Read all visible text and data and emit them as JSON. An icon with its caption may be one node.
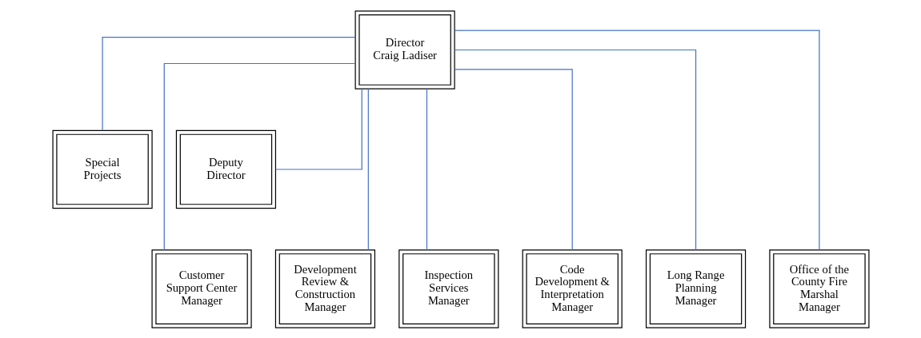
{
  "diagram": {
    "nodes": [
      {
        "text": [
          "Director",
          "Craig Ladiser"
        ]
      },
      {
        "text": [
          "Special Projects"
        ]
      },
      {
        "text": [
          "Deputy Director"
        ]
      },
      {
        "text": [
          "Customer Support Center Manager"
        ]
      },
      {
        "text": [
          "Development Review & Construction Manager"
        ]
      },
      {
        "text": [
          "Inspection Services Manager"
        ]
      },
      {
        "text": [
          "Code Development & Interpretation Manager"
        ]
      },
      {
        "text": [
          "Long Range Planning Manager"
        ]
      },
      {
        "text": [
          "Office of the County Fire Marshal Manager"
        ]
      }
    ],
    "edges": [
      {
        "from": 0,
        "to": 1,
        "arrow": "none"
      },
      {
        "from": 0,
        "to": 2,
        "arrow": "none"
      },
      {
        "from": 0,
        "to": 3,
        "arrow": "none"
      },
      {
        "from": 0,
        "to": 4,
        "arrow": "none"
      },
      {
        "from": 0,
        "to": 5,
        "arrow": "none"
      },
      {
        "from": 0,
        "to": 6,
        "arrow": "none"
      },
      {
        "from": 0,
        "to": 7,
        "arrow": "none"
      },
      {
        "from": 0,
        "to": 8,
        "arrow": "none"
      }
    ]
  }
}
